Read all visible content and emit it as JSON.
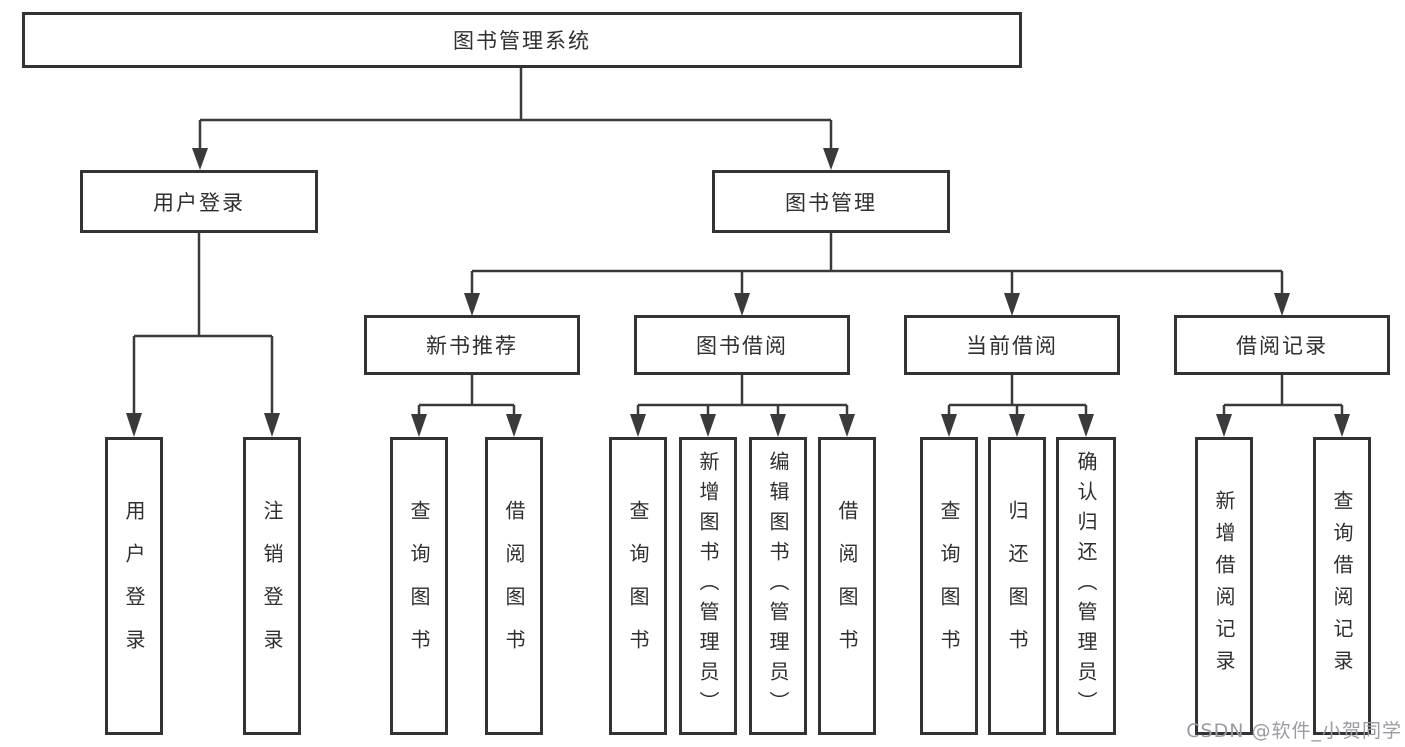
{
  "tree": {
    "root": {
      "label": "图书管理系统",
      "children": [
        {
          "label": "用户登录",
          "children": [
            {
              "label": "用户登录"
            },
            {
              "label": "注销登录"
            }
          ]
        },
        {
          "label": "图书管理",
          "children": [
            {
              "label": "新书推荐",
              "children": [
                {
                  "label": "查询图书"
                },
                {
                  "label": "借阅图书"
                }
              ]
            },
            {
              "label": "图书借阅",
              "children": [
                {
                  "label": "查询图书"
                },
                {
                  "label": "新增图书（管理员）"
                },
                {
                  "label": "编辑图书（管理员）"
                },
                {
                  "label": "借阅图书"
                }
              ]
            },
            {
              "label": "当前借阅",
              "children": [
                {
                  "label": "查询图书"
                },
                {
                  "label": "归还图书"
                },
                {
                  "label": "确认归还（管理员）"
                }
              ]
            },
            {
              "label": "借阅记录",
              "children": [
                {
                  "label": "新增借阅记录"
                },
                {
                  "label": "查询借阅记录"
                }
              ]
            }
          ]
        }
      ]
    }
  },
  "watermark": {
    "text": "CSDN @软件_小贺同学"
  },
  "colors": {
    "line": "#3a3a3c",
    "box_border": "#333336",
    "text": "#2f2f31",
    "background": "#ffffff",
    "watermark": "#9b9ba3"
  }
}
